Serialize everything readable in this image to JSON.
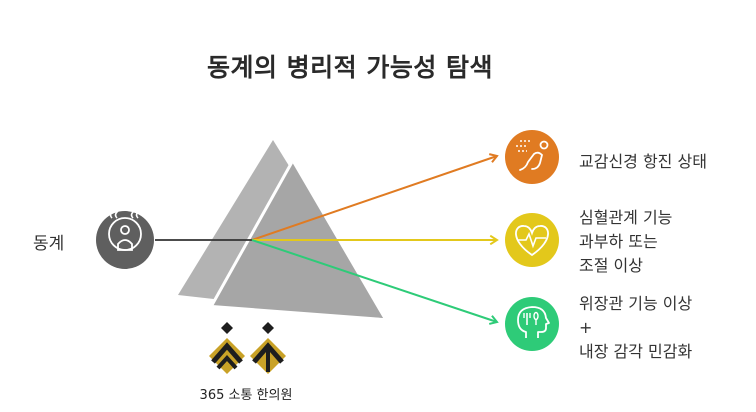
{
  "title": "동계의 병리적 가능성 탐색",
  "input": {
    "label": "동계",
    "icon": "person-steam-icon",
    "icon_color": "#5f5f5f"
  },
  "outputs": [
    {
      "lines": [
        "교감신경 항진 상태"
      ],
      "icon": "exercise-figure-icon",
      "color": "#e07b22"
    },
    {
      "lines": [
        "심혈관계 기능",
        "과부하 또는",
        "조절 이상"
      ],
      "icon": "heart-pulse-icon",
      "color": "#e3c81b"
    },
    {
      "lines": [
        "위장관 기능 이상",
        "+",
        "내장 감각 민감화"
      ],
      "icon": "head-utensils-icon",
      "color": "#2ecb78"
    }
  ],
  "prism_color": "#a9a9a9",
  "logo": {
    "text": "365 소통 한의원",
    "colors": [
      "#c9a227",
      "#1e1e1e"
    ]
  }
}
